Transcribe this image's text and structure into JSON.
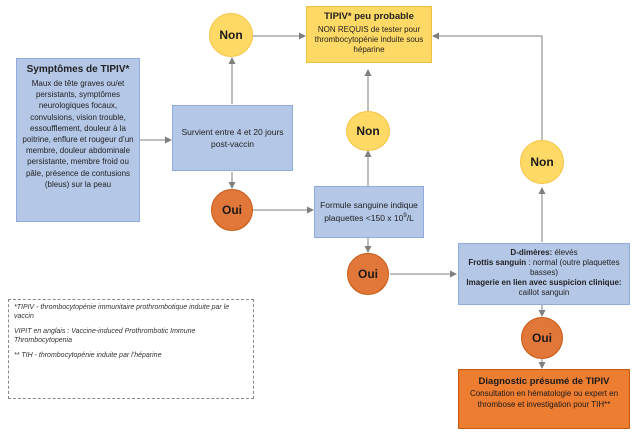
{
  "symptoms": {
    "title": "Symptômes de TIPIV*",
    "body": "Maux de tête graves ou/et persistants, symptômes neurologiques focaux, convulsions, vision trouble, essoufflement, douleur à la poitrine, enflure et rougeur d’un membre, douleur abdominale persistante, membre froid ou pâle, présence de contusions (bleus) sur la peau"
  },
  "onset": {
    "text": "Survient entre 4 et 20 jours post-vaccin"
  },
  "blood_count": {
    "line1": "Formule sanguine indique",
    "line2_prefix": "plaquettes  <150 x 10",
    "sup": "9",
    "line2_suffix": "/L"
  },
  "unlikely": {
    "title": "TIPIV* peu probable",
    "body": "NON REQUIS de tester pour thrombocytopénie induite sous héparine"
  },
  "tests": {
    "ddimer_label": "D-dimères:",
    "ddimer_value": " élevés",
    "smear_label": "Frottis sanguin",
    "smear_value": " : normal (outre plaquettes basses)",
    "imaging_label": "Imagerie en lien avec suspicion clinique:",
    "imaging_value": " caillot sanguin"
  },
  "diagnosis": {
    "title": "Diagnostic présumé de TIPIV",
    "body": "Consultation en hématologie ou expert en thrombose et investigation pour TIH**"
  },
  "labels": {
    "non": "Non",
    "oui": "Oui"
  },
  "notes": {
    "tipiv": "*TIPIV - thrombocytopénie immunitaire prothrombotique induite par le vaccin",
    "vipit": "VIPIT en anglais : Vaccine-induced Prothrombotic Immune Thrombocytopenia",
    "tih": "** TIH - thrombocytopénie induite par l’héparine"
  },
  "colors": {
    "blue_box": "#b4c7e7",
    "yellow": "#ffd966",
    "orange": "#ed7d31",
    "arrow": "#7f7f7f"
  }
}
